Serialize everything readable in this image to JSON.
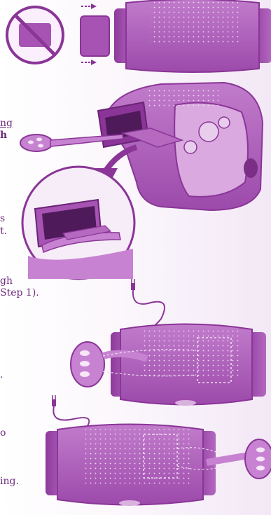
{
  "text_fragments": [
    {
      "id": "f1",
      "text": "ng",
      "style": "underline"
    },
    {
      "id": "f2",
      "text": "h",
      "style": "bold"
    },
    {
      "id": "f3",
      "text": "s",
      "style": "normal"
    },
    {
      "id": "f4",
      "text": "t.",
      "style": "normal"
    },
    {
      "id": "f5",
      "text": "gh",
      "style": "normal"
    },
    {
      "id": "f6",
      "text": "Step 1).",
      "style": "normal"
    },
    {
      "id": "f7",
      "text": ".",
      "style": "normal"
    },
    {
      "id": "f8",
      "text": "o",
      "style": "normal"
    },
    {
      "id": "f9",
      "text": "ing.",
      "style": "normal"
    }
  ],
  "illustrations": {
    "step_1": {
      "name": "no-wide-card-and-narrow-card-insertion",
      "icons": [
        "prohibited-icon",
        "insert-arrow-icon",
        "insert-arrow-icon"
      ]
    },
    "step_2": {
      "name": "oven-side-view-with-pan-and-zoom-inset",
      "icons": [
        "down-arrow-icon"
      ]
    },
    "step_3": {
      "name": "oven-top-view-pan-inserted-left",
      "icons": [
        "plug-icon"
      ]
    },
    "step_4": {
      "name": "oven-top-view-pan-inserted-right",
      "icons": [
        "plug-icon"
      ]
    }
  },
  "colors": {
    "purple_dark": "#7a2e86",
    "purple_mid": "#a653b3",
    "purple_light": "#c783d1",
    "purple_pale": "#e6c4ea",
    "text": "#6e2c7c"
  }
}
